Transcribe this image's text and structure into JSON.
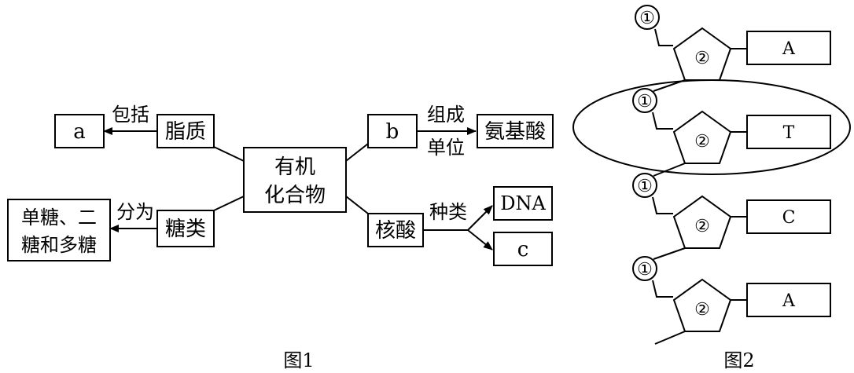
{
  "figure1": {
    "center": [
      "有机",
      "化合物"
    ],
    "lipid": "脂质",
    "a": "a",
    "include": "包括",
    "b": "b",
    "compose": [
      "组成",
      "单位"
    ],
    "amino": "氨基酸",
    "sugar": "糖类",
    "divide": "分为",
    "sugar_types": [
      "单糖、二",
      "糖和多糖"
    ],
    "nucleic": "核酸",
    "kinds": "种类",
    "dna": "DNA",
    "c": "c",
    "caption": "图1"
  },
  "figure2": {
    "phosphate": "①",
    "sugar": "②",
    "bases": [
      "A",
      "T",
      "C",
      "A"
    ],
    "caption": "图2"
  }
}
